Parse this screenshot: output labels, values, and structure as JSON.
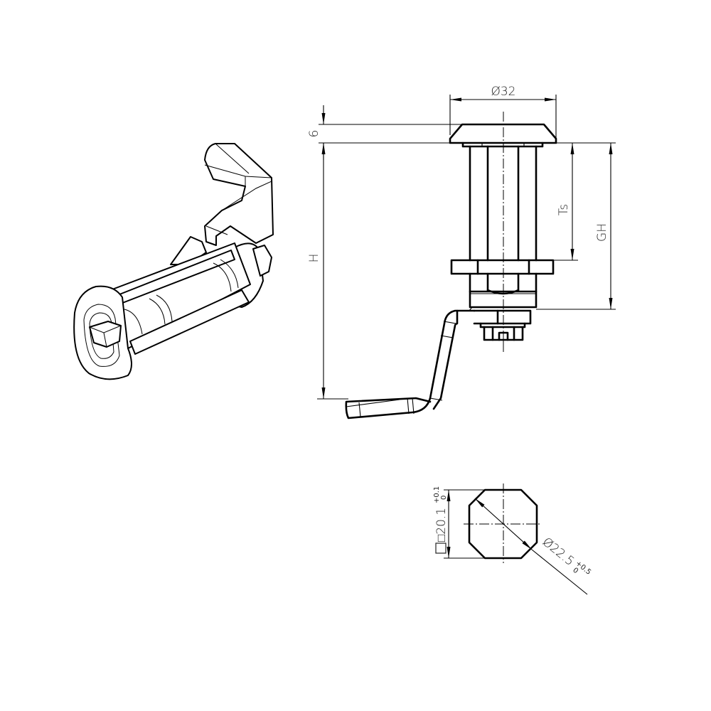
{
  "drawing": {
    "subject": "Cam lock with cranked tongue",
    "views": [
      "isometric-view",
      "side-elevation",
      "cutout-section"
    ],
    "line_color": "#000000",
    "background": "#ffffff"
  },
  "dimensions": {
    "head_diameter": "Ø32",
    "head_height": "6",
    "overall_height": "H",
    "thread_span": "Ts",
    "grip_height": "GH",
    "cutout_square": "□20.1",
    "cutout_square_tol_upper": "+0.1",
    "cutout_square_tol_lower": "0",
    "cutout_diameter": "Ø22.5",
    "cutout_diameter_tol_upper": "+0.5",
    "cutout_diameter_tol_lower": "0"
  }
}
